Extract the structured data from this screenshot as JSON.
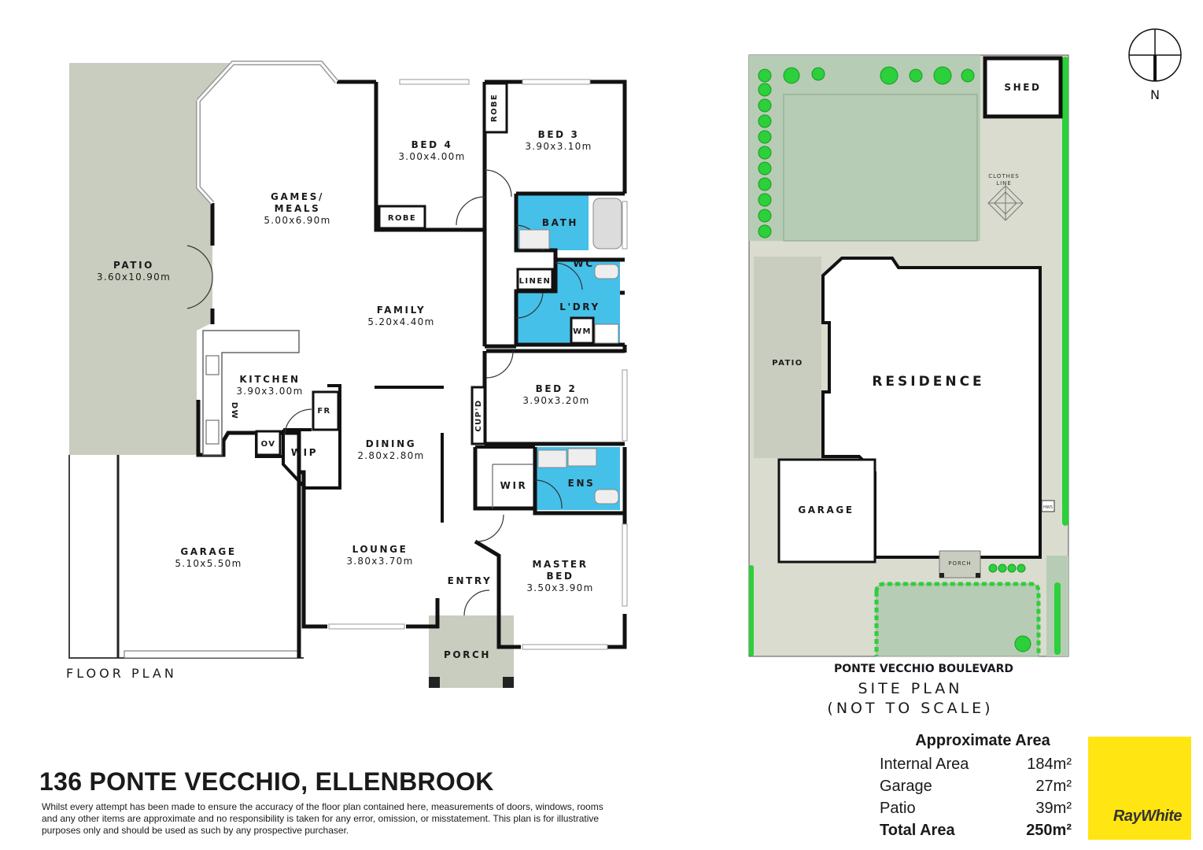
{
  "floor_plan": {
    "title": "FLOOR PLAN",
    "rooms": [
      {
        "name": "PATIO",
        "size": "3.60x10.90m"
      },
      {
        "name": "GAMES/",
        "name2": "MEALS",
        "size": "5.00x6.90m"
      },
      {
        "name": "BED 4",
        "size": "3.00x4.00m"
      },
      {
        "name": "BED 3",
        "size": "3.90x3.10m"
      },
      {
        "name": "FAMILY",
        "size": "5.20x4.40m"
      },
      {
        "name": "KITCHEN",
        "size": "3.90x3.00m"
      },
      {
        "name": "BED 2",
        "size": "3.90x3.20m"
      },
      {
        "name": "DINING",
        "size": "2.80x2.80m"
      },
      {
        "name": "GARAGE",
        "size": "5.10x5.50m"
      },
      {
        "name": "LOUNGE",
        "size": "3.80x3.70m"
      },
      {
        "name": "MASTER",
        "name2": "BED",
        "size": "3.50x3.90m"
      }
    ],
    "labels": {
      "robe_a": "ROBE",
      "robe_b": "ROBE",
      "bath": "BATH",
      "wc": "WC",
      "linen": "LINEN",
      "laundry": "L'DRY",
      "wm": "WM",
      "fr": "FR",
      "dw": "DW",
      "ov": "OV",
      "wip": "WIP",
      "cupd": "CUP'D",
      "wir": "WIR",
      "ens": "ENS",
      "entry": "ENTRY",
      "porch": "PORCH"
    }
  },
  "site_plan": {
    "title": "SITE PLAN",
    "subtitle": "(NOT TO SCALE)",
    "street": "PONTE VECCHIO BOULEVARD",
    "labels": {
      "shed": "SHED",
      "clothes": "CLOTHES",
      "line": "LINE",
      "patio": "PATIO",
      "residence": "RESIDENCE",
      "garage": "GARAGE",
      "porch": "PORCH",
      "hws": "HWS"
    },
    "north": "N"
  },
  "address": "136 PONTE VECCHIO, ELLENBROOK",
  "disclaimer": "Whilst every attempt has been made to ensure the accuracy of the floor plan contained here, measurements of doors, windows, rooms and any other items are approximate and no responsibility is taken for any error, omission, or misstatement. This plan is for illustrative purposes only and should be used as such by any prospective purchaser.",
  "area": {
    "title": "Approximate Area",
    "rows": [
      {
        "label": "Internal Area",
        "value": "184m²"
      },
      {
        "label": "Garage",
        "value": "27m²"
      },
      {
        "label": "Patio",
        "value": "39m²"
      }
    ],
    "total": {
      "label": "Total Area",
      "value": "250m²"
    }
  },
  "brand": {
    "logo_text": "RayWhite",
    "color": "#FFE512"
  },
  "colors": {
    "patio": "#C9CDBF",
    "wet": "#45C0E9",
    "lawn": "#B7CCB4",
    "site_bg": "#DADCCF",
    "hedge": "#2BD03A"
  }
}
